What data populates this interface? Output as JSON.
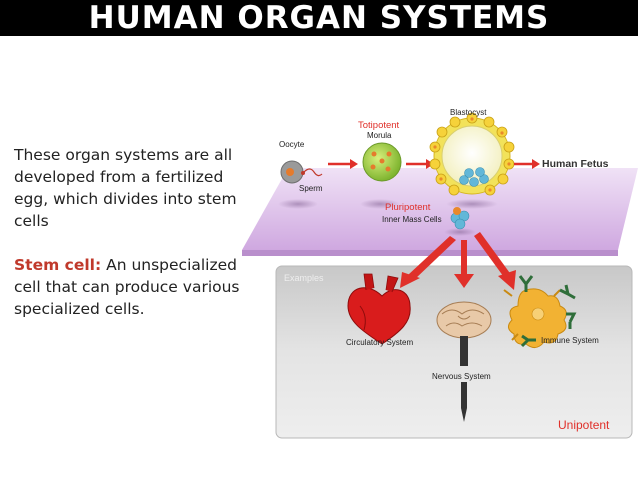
{
  "title": "HUMAN ORGAN SYSTEMS",
  "body": {
    "paragraph1": "These organ systems are all developed from a fertilized egg, which divides into stem cells",
    "stem_label": "Stem cell:",
    "stem_text": " An unspecialized cell that can produce various specialized cells."
  },
  "diagram": {
    "oocyte": "Oocyte",
    "sperm": "Sperm",
    "totipotent": "Totipotent",
    "morula": "Morula",
    "blastocyst": "Blastocyst",
    "human_fetus": "Human Fetus",
    "pluripotent": "Pluripotent",
    "inner_mass": "Inner Mass Cells",
    "examples": "Examples",
    "circulatory": "Circulatory System",
    "nervous": "Nervous System",
    "immune": "Immune System",
    "unipotent": "Unipotent"
  },
  "colors": {
    "title_bg": "#000000",
    "accent_red": "#e0302a",
    "platform": "#dcb8e8",
    "panel": "#d6d6d6"
  }
}
